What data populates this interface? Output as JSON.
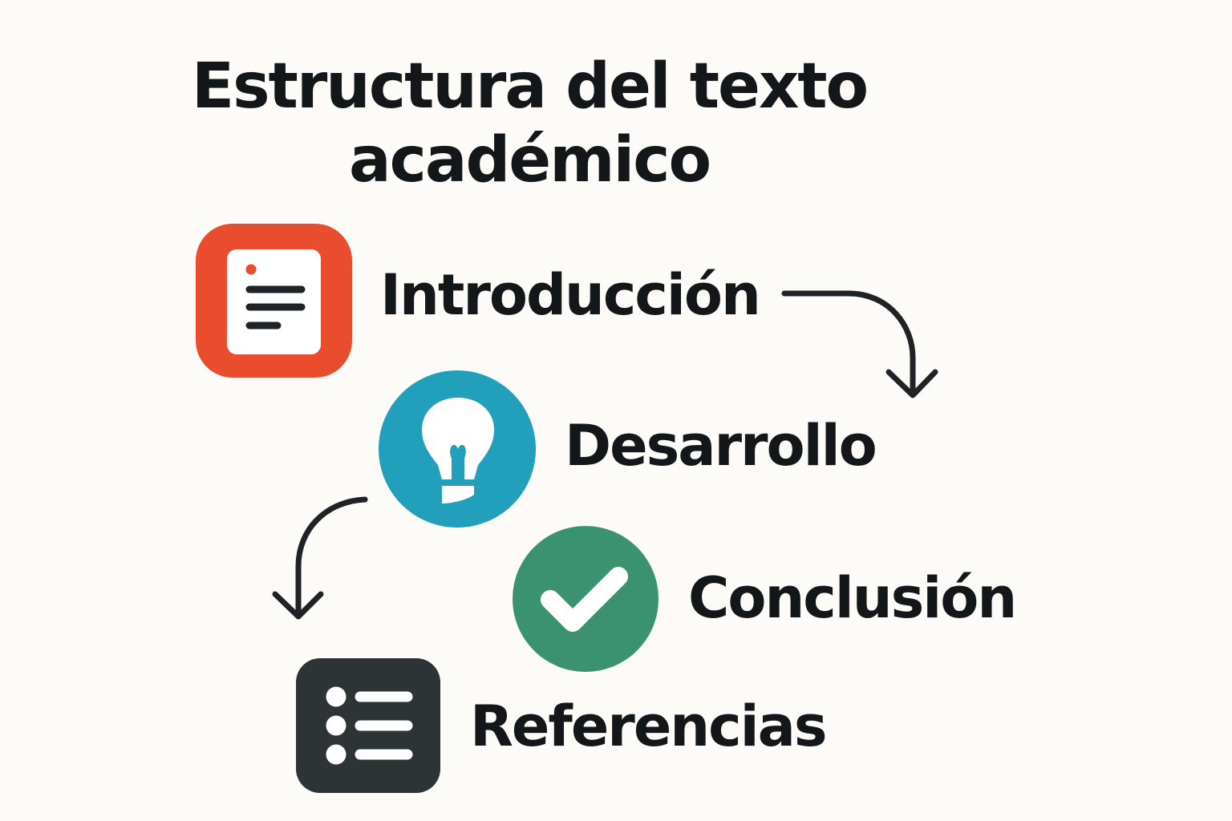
{
  "title": {
    "line1": "Estructura del texto",
    "line2": "académico"
  },
  "steps": [
    {
      "label": "Introducción",
      "icon": "document-icon",
      "color": "#ea4c2e"
    },
    {
      "label": "Desarrollo",
      "icon": "lightbulb-icon",
      "color": "#229fba"
    },
    {
      "label": "Conclusión",
      "icon": "checkmark-icon",
      "color": "#3a9270"
    },
    {
      "label": "Referencias",
      "icon": "list-icon",
      "color": "#2e3436"
    }
  ],
  "colors": {
    "background": "#fcfbf7",
    "text": "#14171a",
    "arrow": "#1f2326"
  }
}
